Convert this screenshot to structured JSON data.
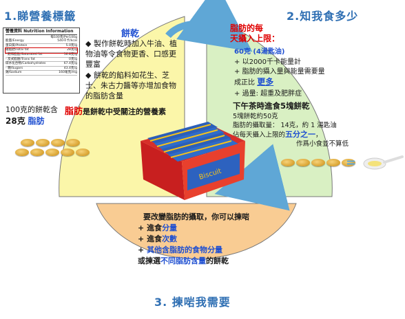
{
  "step1": {
    "title": "1.睇營養標籤"
  },
  "step2": {
    "title": "2.知我食多少"
  },
  "step3": {
    "title": "3. 揀啱我需要"
  },
  "nutrition_label": {
    "title": "營養資料 Nutrition Information",
    "per": "每100克/Per100g",
    "rows": [
      {
        "label": "能量/Energy",
        "value": "540千卡/kcal"
      },
      {
        "label": "蛋白質/Protein",
        "value": "5.0克/g"
      },
      {
        "label": "總脂肪/Total fat",
        "value": "28克/g"
      },
      {
        "label": "- 飽和脂肪/Saturated fat",
        "value": "16.8克/g"
      },
      {
        "label": "- 反式脂肪/Trans fat",
        "value": "0克/g"
      },
      {
        "label": "碳水化合物/Carbohydrates",
        "value": "67.4克/g"
      },
      {
        "label": "- 糖/Sugars",
        "value": "43.4克/g"
      },
      {
        "label": "鈉/Sodium",
        "value": "160毫克/mg"
      }
    ]
  },
  "left_note": {
    "line1": "100克的餅乾含",
    "amount": "28克",
    "word": "脂肪"
  },
  "section1": {
    "heading": "餅乾",
    "bullet1": "製作餅乾時加入牛油、植物油等令食物更香、口感更豐富",
    "bullet2": "餅乾的餡料如花生、芝士、朱古力醬等亦增加食物的脂肪含量",
    "closing_red": "脂肪",
    "closing_rest": "是餅乾中受關注的營養素"
  },
  "section2": {
    "heading_line1": "脂肪的每",
    "heading_line2": "天攝入上限：",
    "sub": "60克 (4湯匙油)",
    "bullet1": "以2000千卡能量計",
    "bullet2_a": "脂肪的攝入量與能量需要量成正比",
    "bullet2_link": "更多",
    "bullet3": "過量: 超重及肥胖症",
    "tea_heading": "下午茶時進食5塊餅乾",
    "tea_line1": "5塊餅乾約50克",
    "tea_line2": "脂肪的攝取量： 14克，約 1 湯匙油",
    "tea_line3_a": "佔每天攝入上限的",
    "tea_line3_hl": "五分之一",
    "tea_line3_b": "，",
    "tea_line4": "作爲小食並不算低",
    "equals": "="
  },
  "section3": {
    "intro": "要改變脂肪的攝取，你可以揀啱",
    "b1_a": "進食",
    "b1_hl": "分量",
    "b2_a": "進食",
    "b2_hl": "次數",
    "b3_a": "其他含脂肪的食物",
    "b3_hl": "分量",
    "last_a": "或揀選",
    "last_hl": "不同脂肪含量",
    "last_b": "的餅乾"
  },
  "product": {
    "brand": "Biscuit"
  },
  "colors": {
    "yellow": "#fbf6a9",
    "green": "#d9f0c3",
    "peach": "#f9cc93",
    "title_blue": "#2f6fb3",
    "red": "#e00000",
    "blue": "#1f4fd1",
    "arrow": "#5fa7d6"
  }
}
